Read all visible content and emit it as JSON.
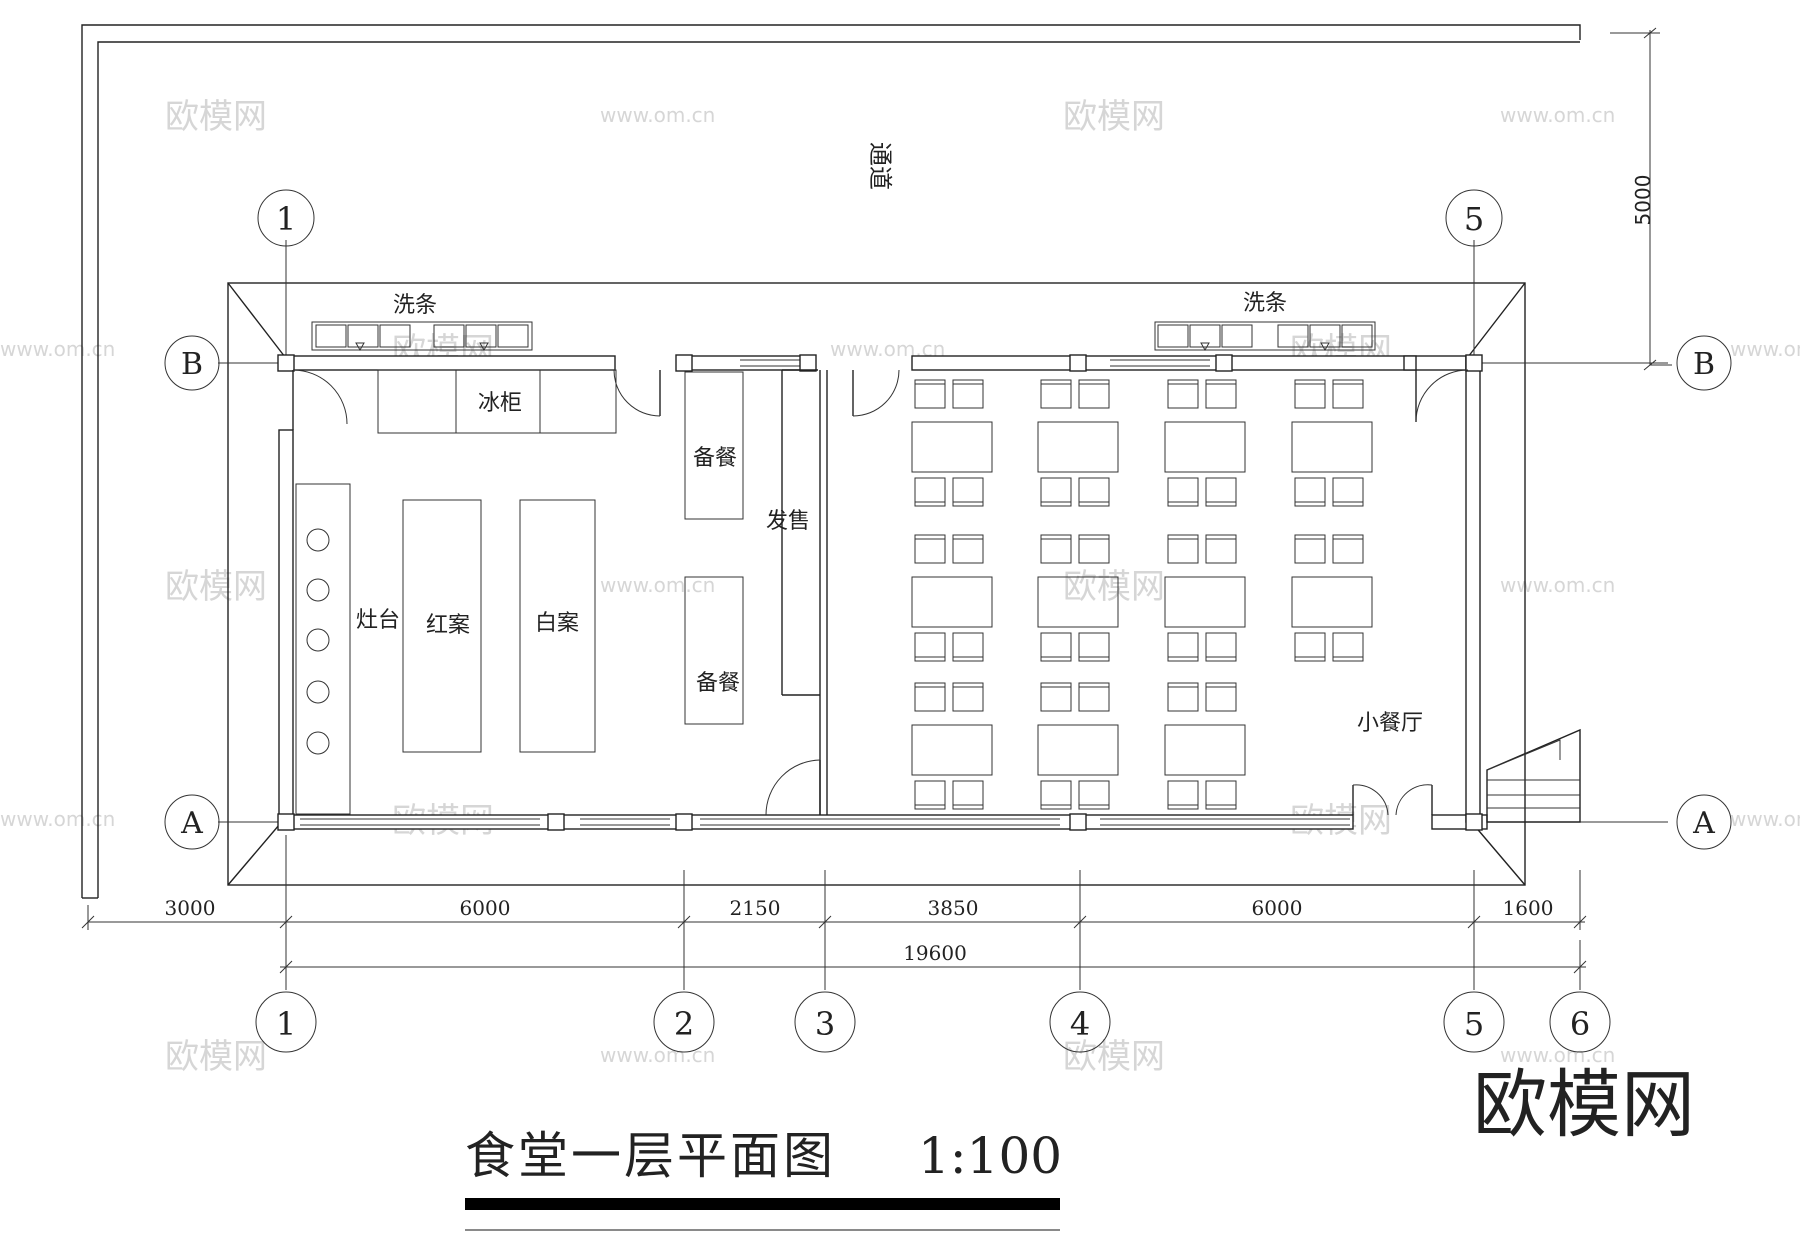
{
  "drawing": {
    "title": "食堂一层平面图",
    "scale": "1:100",
    "watermark": {
      "brand": "欧模网",
      "url": "www.om.cn",
      "brand_large": "欧模网"
    }
  },
  "site": {
    "passage_label": "通道",
    "passage_depth": "5000"
  },
  "rooms": {
    "wash_left": "洗条",
    "wash_right": "洗条",
    "fridge": "冰柜",
    "stove": "灶台",
    "red_table": "红案",
    "white_table": "白案",
    "prep_upper": "备餐",
    "prep_lower": "备餐",
    "sales": "发售",
    "small_dining": "小餐厅"
  },
  "grid": {
    "columns": [
      "1",
      "2",
      "3",
      "4",
      "5",
      "6"
    ],
    "rows": [
      "A",
      "B"
    ]
  },
  "dimensions": {
    "segments": [
      "3000",
      "6000",
      "2150",
      "3850",
      "6000",
      "1600"
    ],
    "total": "19600"
  },
  "colors": {
    "line": "#222222",
    "title_bar": "#000000",
    "watermark": "#d6d6d6"
  }
}
